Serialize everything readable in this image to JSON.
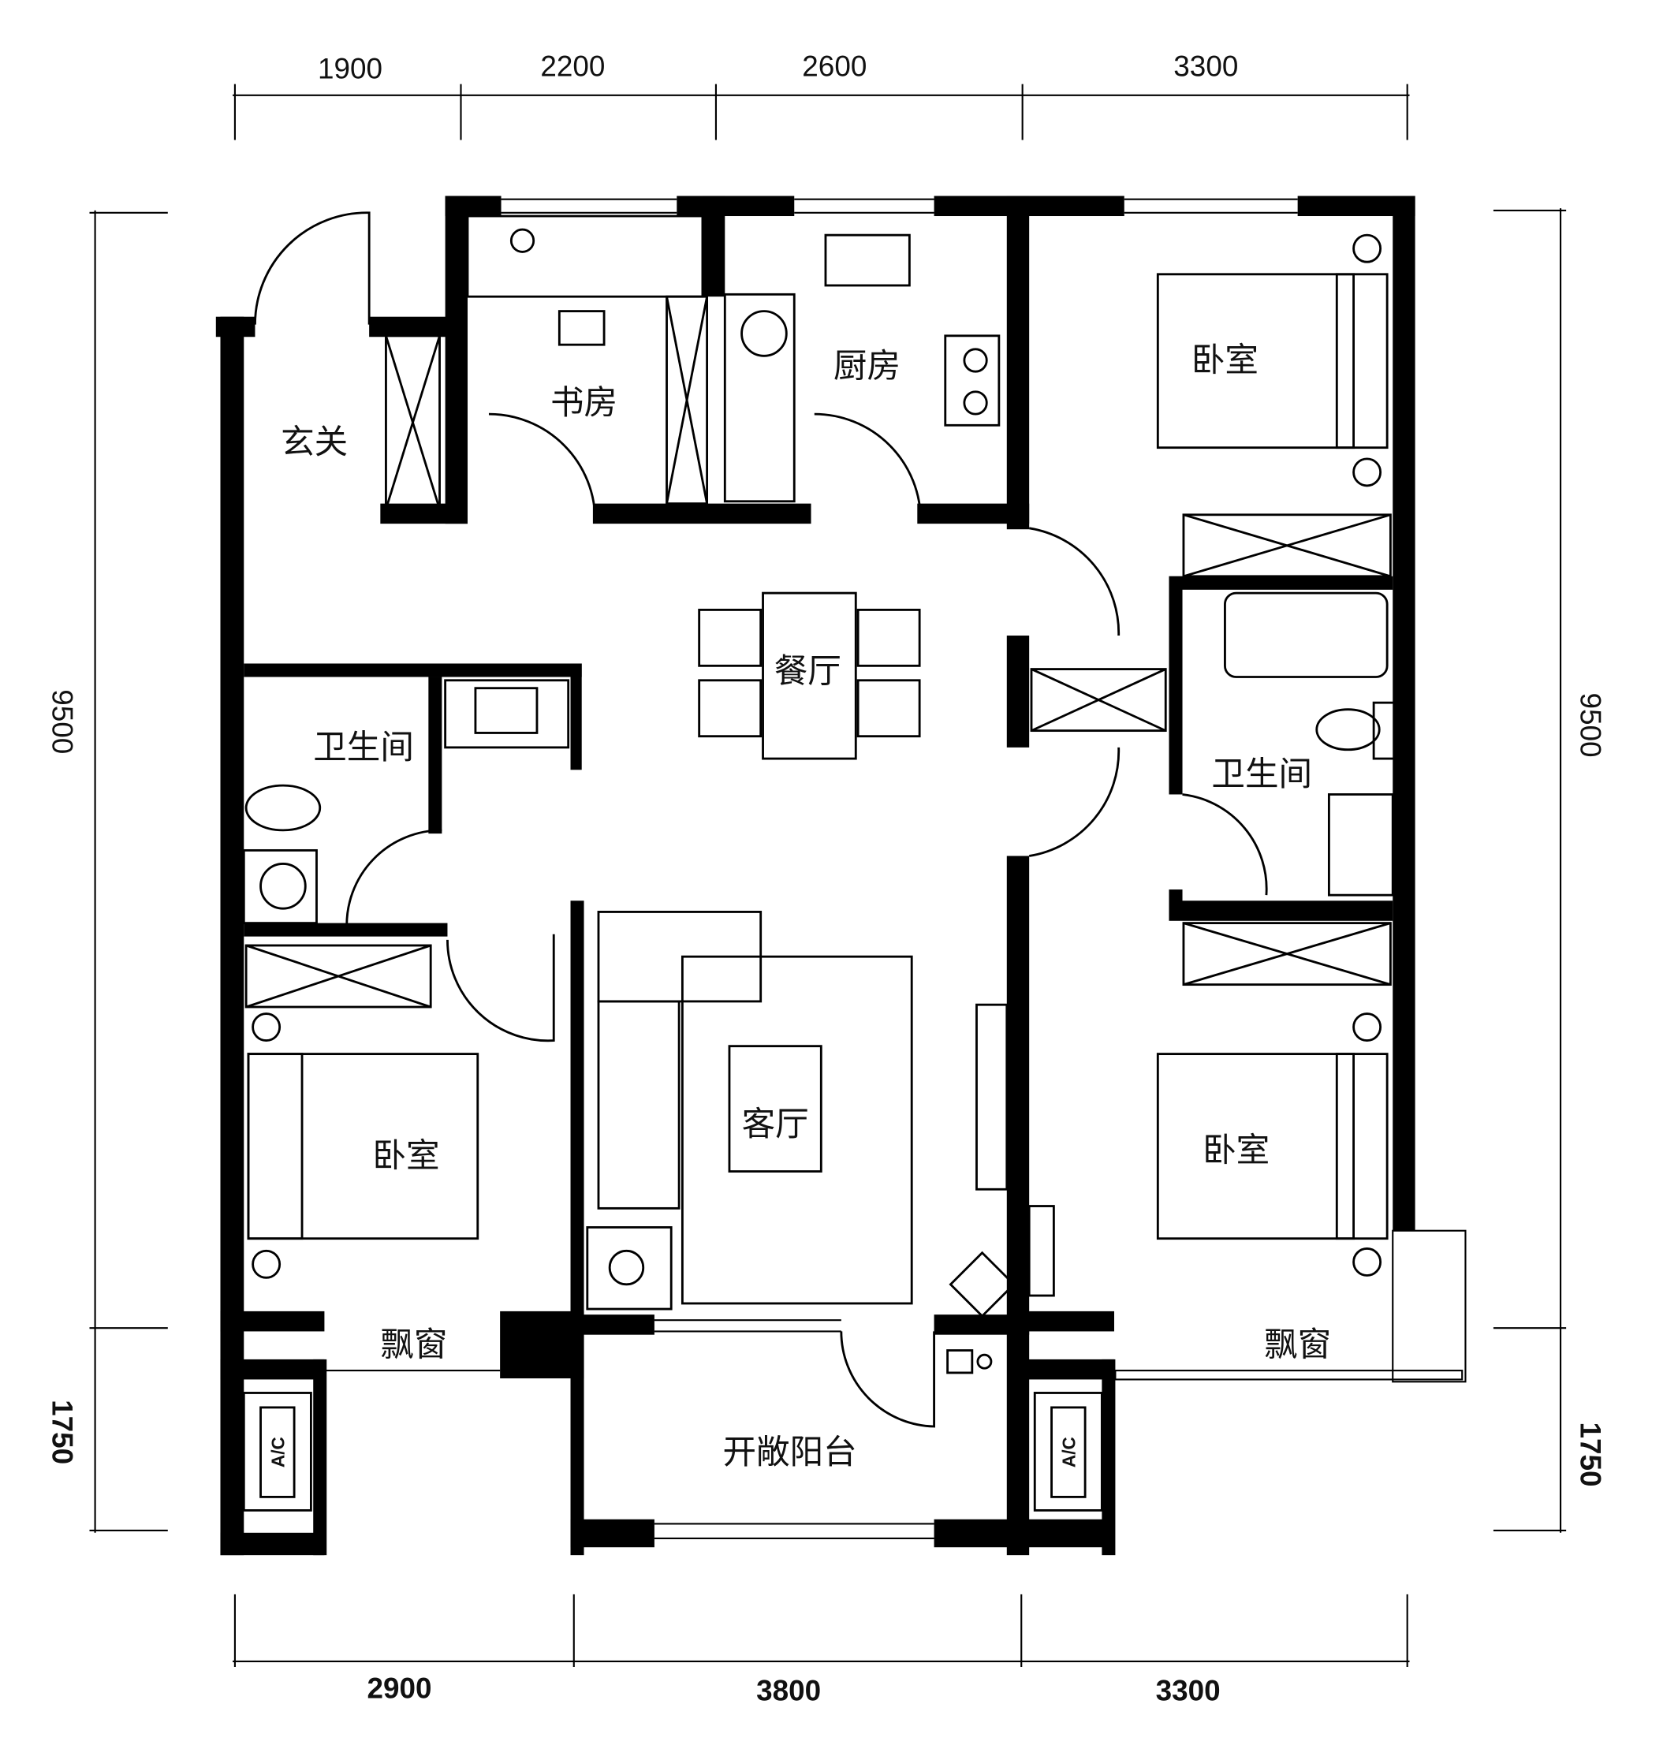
{
  "dimensions": {
    "top": [
      "1900",
      "2200",
      "2600",
      "3300"
    ],
    "bottom": [
      "2900",
      "3800",
      "3300"
    ],
    "left": [
      "9500",
      "1750"
    ],
    "right": [
      "9500",
      "1750"
    ]
  },
  "rooms": {
    "entry": "玄关",
    "study": "书房",
    "kitchen": "厨房",
    "bedroom_ne": "卧室",
    "dining": "餐厅",
    "bath_w": "卫生间",
    "bath_e": "卫生间",
    "living": "客厅",
    "bedroom_sw": "卧室",
    "bedroom_se": "卧室",
    "bay_w": "飘窗",
    "bay_e": "飘窗",
    "balcony": "开敞阳台",
    "ac_w": "A/C",
    "ac_e": "A/C"
  }
}
